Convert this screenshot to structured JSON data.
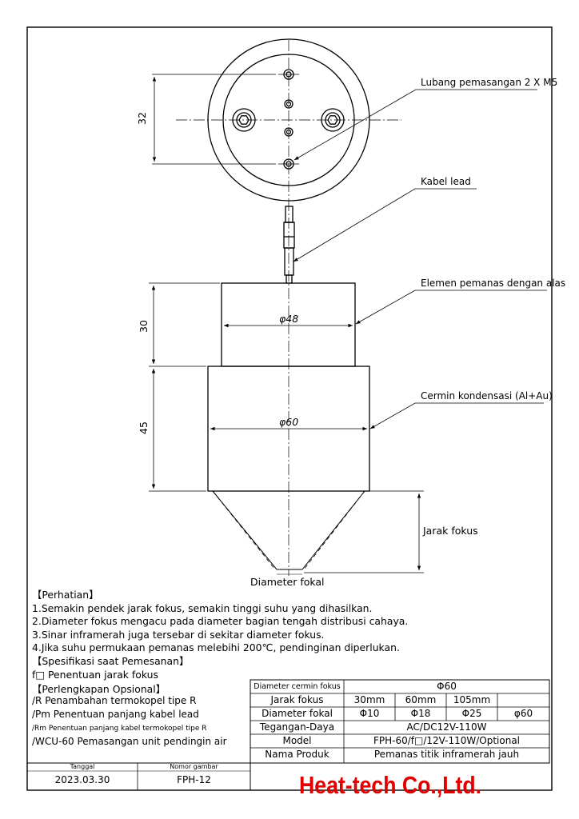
{
  "callouts": {
    "holes": "Lubang pemasangan 2 X M5",
    "lead": "Kabel lead",
    "heater": "Elemen pemanas dengan alas",
    "mirror": "Cermin kondensasi (Al+Au)",
    "focus_distance": "Jarak fokus",
    "focal_diameter": "Diameter fokal"
  },
  "dimensions": {
    "hole_spacing": "32",
    "body_height": "30",
    "mirror_height": "45",
    "body_diameter": "φ48",
    "mirror_diameter": "φ60"
  },
  "notes": {
    "heading": "【Perhatian】",
    "items": [
      "1.Semakin pendek jarak fokus, semakin tinggi suhu yang dihasilkan.",
      "2.Diameter fokus mengacu pada diameter bagian tengah distribusi cahaya.",
      "3.Sinar inframerah juga tersebar di sekitar diameter fokus.",
      "4.Jika suhu permukaan pemanas melebihi 200℃, pendinginan diperlukan."
    ],
    "order_heading": "【Spesifikasi saat Pemesanan】",
    "order_item": "f□ Penentuan jarak fokus",
    "options_heading": "【Perlengkapan Opsional】",
    "options": [
      "/R Penambahan termokopel tipe R",
      "/Pm Penentuan panjang kabel lead",
      "/Rm Penentuan panjang kabel termokopel tipe R",
      "/WCU-60 Pemasangan unit pendingin air"
    ]
  },
  "spec_table": {
    "mirror_diameter_label": "Diameter cermin fokus",
    "mirror_diameter_value": "Φ60",
    "focus_label": "Jarak fokus",
    "focus_values": [
      "30mm",
      "60mm",
      "105mm",
      ""
    ],
    "focal_label": "Diameter fokal",
    "focal_values": [
      "Φ10",
      "Φ18",
      "Φ25",
      "φ60"
    ],
    "voltage_label": "Tegangan-Daya",
    "voltage_value": "AC/DC12V-110W",
    "model_label": "Model",
    "model_value": "FPH-60/f□/12V-110W/Optional",
    "product_label": "Nama Produk",
    "product_value": "Pemanas titik inframerah jauh"
  },
  "title_block": {
    "date_label": "Tanggal",
    "date_value": "2023.03.30",
    "drawing_label": "Nomor gambar",
    "drawing_value": "FPH-12",
    "brand": "Heat-tech Co.,Ltd."
  }
}
